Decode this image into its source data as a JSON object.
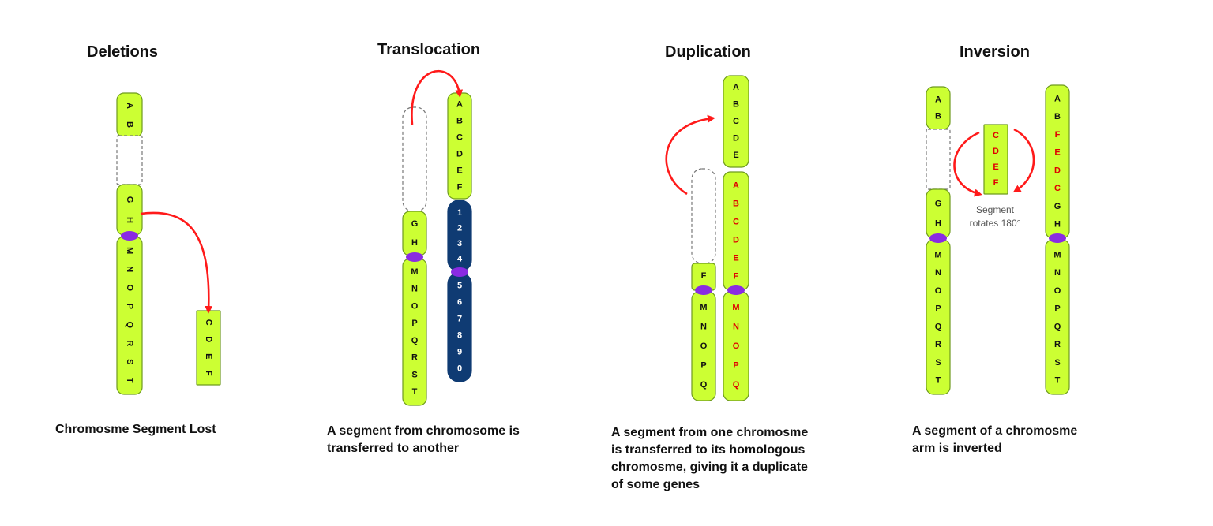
{
  "panels": [
    {
      "title": "Deletions",
      "caption": [
        "Chromosme Segment Lost"
      ],
      "chromosomes": [
        {
          "upper_top": "AB",
          "gap": true,
          "upper_bottom": "GH",
          "lower": "MNOPQRST",
          "rotated": true
        },
        {
          "fragment": "CDEF",
          "rotated": true
        }
      ]
    },
    {
      "title": "Translocation",
      "caption": [
        "A segment from chromosome is",
        "transferred to another"
      ],
      "chromosomes": [
        {
          "upper": "GH",
          "lower": "MNOPQRST",
          "empty_top": true
        },
        {
          "upper": "ABCDEF",
          "upper2": "1234",
          "lower": "567890"
        }
      ]
    },
    {
      "title": "Duplication",
      "caption": [
        "A segment from one chromosme",
        "is transferred to its homologous",
        "chromosme, giving it a duplicate",
        "of some  genes"
      ],
      "chromosomes": [
        {
          "upper": "F",
          "lower": "MNOPQ",
          "empty_top": true
        },
        {
          "top_segment": "ABCDE",
          "upper": "ABCDEF",
          "lower": "MNOPQ"
        }
      ]
    },
    {
      "title": "Inversion",
      "caption": [
        "A segment of a chromosme",
        "arm is inverted"
      ],
      "note": [
        "Segment",
        "rotates 180°"
      ],
      "rotating_segment": "CDEF",
      "chromosomes": [
        {
          "upper_top": "AB",
          "gap": true,
          "upper_bottom": "GH",
          "lower": "MNOPQRST"
        },
        {
          "upper": "ABFEDCGH",
          "inverted": "FEDC",
          "lower": "MNOPQRST"
        }
      ]
    }
  ],
  "colors": {
    "chromatid": "#ccff33",
    "centromere": "#8a2be2",
    "arrow": "#ff1a1a",
    "foreign": "#0f3b73",
    "highlight_text": "#e00000",
    "outline": "#6e9a1e"
  }
}
